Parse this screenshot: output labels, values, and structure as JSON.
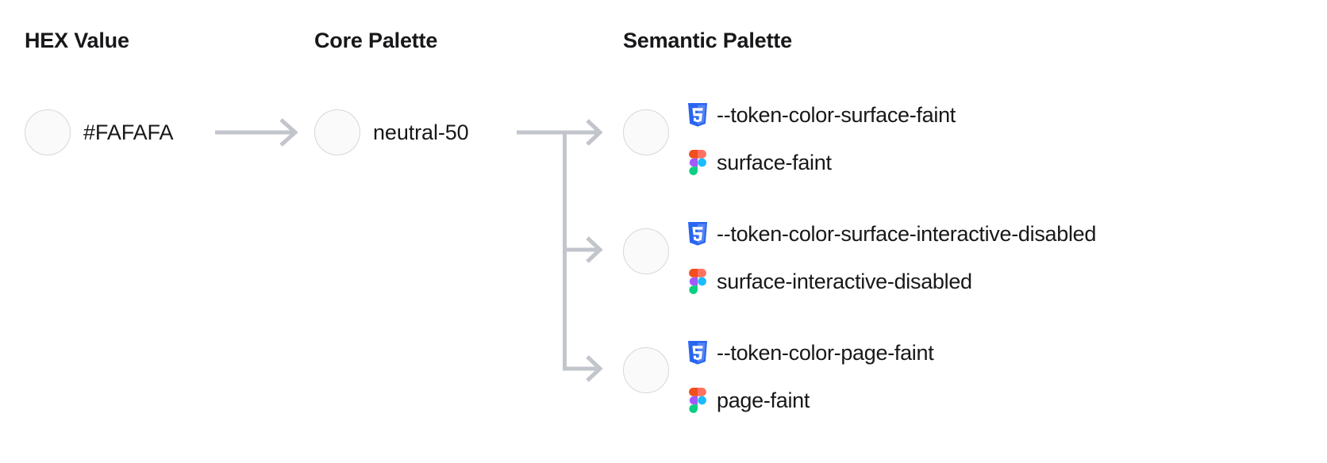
{
  "columns": {
    "hex": "HEX Value",
    "core": "Core Palette",
    "semantic": "Semantic Palette"
  },
  "hex": {
    "value": "#FAFAFA",
    "swatch_color": "#FAFAFA"
  },
  "core": {
    "value": "neutral-50",
    "swatch_color": "#FAFAFA"
  },
  "semantic": [
    {
      "css_token": "--token-color-surface-faint",
      "figma_token": "surface-faint",
      "swatch_color": "#FAFAFA",
      "css_icon": "css3-icon",
      "figma_icon": "figma-icon"
    },
    {
      "css_token": "--token-color-surface-interactive-disabled",
      "figma_token": "surface-interactive-disabled",
      "swatch_color": "#FAFAFA",
      "css_icon": "css3-icon",
      "figma_icon": "figma-icon"
    },
    {
      "css_token": "--token-color-page-faint",
      "figma_token": "page-faint",
      "swatch_color": "#FAFAFA",
      "css_icon": "css3-icon",
      "figma_icon": "figma-icon"
    }
  ],
  "colors": {
    "text": "#18181b",
    "connector": "#c3c5cd",
    "swatch_border": "#d7d7dc",
    "css_blue": "#2965f1",
    "css_blue_light": "#5585f3",
    "figma_orange": "#f24e1e",
    "figma_red": "#ff7262",
    "figma_purple": "#a259ff",
    "figma_blue": "#1abcfe",
    "figma_green": "#0acf83",
    "background": "#ffffff"
  }
}
